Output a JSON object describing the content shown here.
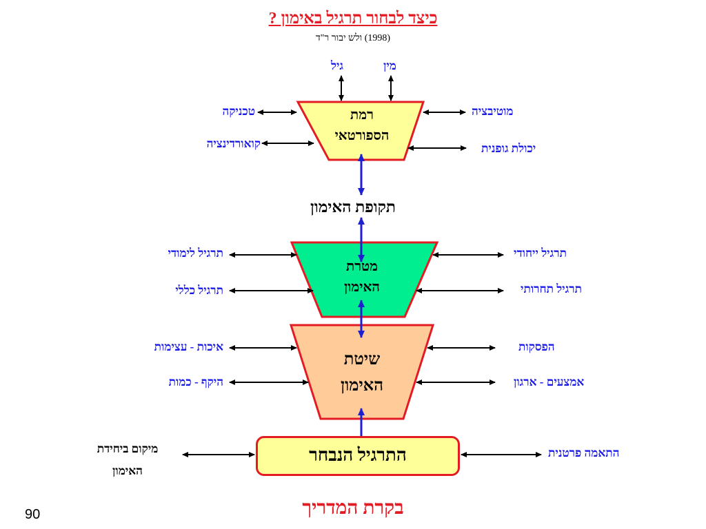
{
  "header": {
    "title": "כיצד לבחור תרגיל באימון ?",
    "subtitle": "ד\"ר רובי שלו  (1998)"
  },
  "top_inputs": {
    "gender": "מין",
    "age": "גיל"
  },
  "sport_level": {
    "line1": "רמת",
    "line2": "הספורטאי",
    "left": [
      "טכניקה",
      "קואורדינציה"
    ],
    "right": [
      "מוטיבציה",
      "יכולת גופנית"
    ]
  },
  "training_period": "תקופת האימון",
  "training_goal": {
    "line1": "מטרת",
    "line2": "האימון",
    "left": [
      "תרגיל לימודי",
      "תרגיל כללי"
    ],
    "right": [
      "תרגיל ייחודי",
      "תרגיל תחרותי"
    ]
  },
  "training_method": {
    "line1": "שיטת",
    "line2": "האימון",
    "left": [
      "איכות - עצימות",
      "היקף - כמות"
    ],
    "right": [
      "הפסקות",
      "אמצעים - ארגון"
    ]
  },
  "chosen_exercise": {
    "label": "התרגיל    הנבחר",
    "left_line1": "מיקום ביחידת",
    "left_line2": "האימון",
    "right": "התאמה פרטנית"
  },
  "footer": "בקרת המדריך",
  "page_number": "90",
  "colors": {
    "red": "#e31b23",
    "blue_text": "#1a1ae6",
    "connector_blue": "#1f1fd0",
    "level_fill": "#ffff99",
    "goal_fill": "#00ee90",
    "method_fill": "#ffcc99"
  }
}
